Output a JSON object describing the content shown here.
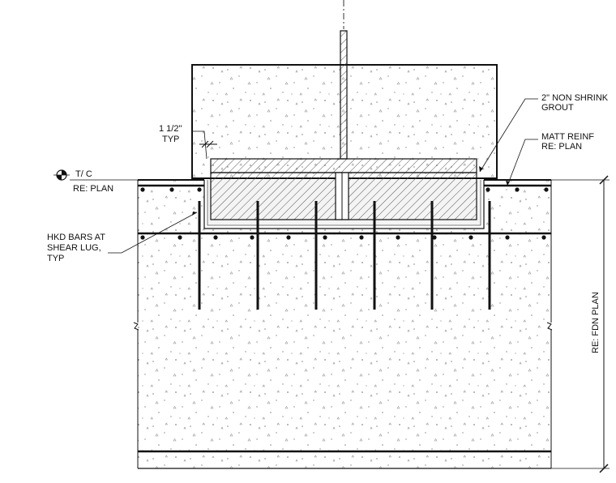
{
  "labels": {
    "grout_line1": "2\" NON SHRINK",
    "grout_line2": "GROUT",
    "matt_line1": "MATT REINF",
    "matt_line2": "RE: PLAN",
    "typ_line1": "1 1/2\"",
    "typ_line2": "TYP",
    "tc_line1": "T/ C",
    "tc_line2": "RE: PLAN",
    "hkd_line1": "HKD BARS AT",
    "hkd_line2": "SHEAR LUG,",
    "hkd_line3": "TYP",
    "fdn_plan": "RE: FDN PLAN"
  },
  "colors": {
    "line": "#111111",
    "concrete_speckle": "#777777",
    "hatch": "#444444"
  }
}
